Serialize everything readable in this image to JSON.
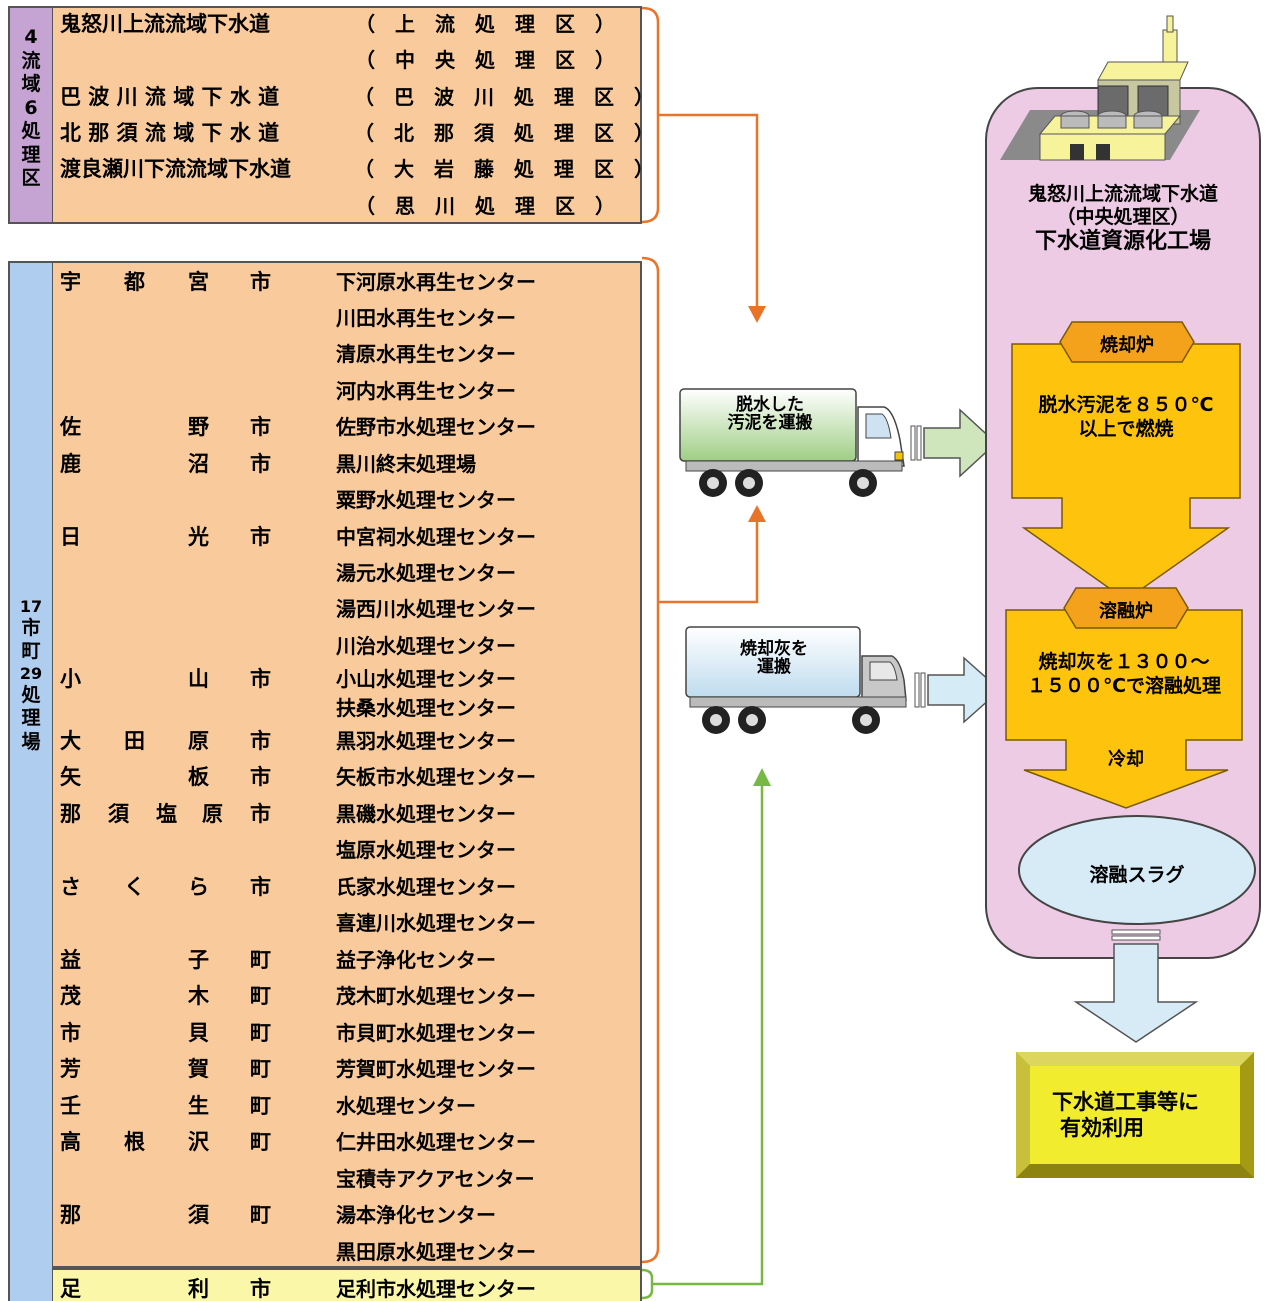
{
  "top_group": {
    "side_label": [
      "4",
      "流",
      "域",
      "6",
      "処",
      "理",
      "区"
    ],
    "rows": [
      {
        "name": "鬼怒川上流流域下水道",
        "plant": "（　上　流　処　理　区　）"
      },
      {
        "name": "",
        "plant": "（　中　央　処　理　区　）"
      },
      {
        "name": "巴 波 川 流 域 下 水 道",
        "plant": "（　巴　波　川　処　理　区　）"
      },
      {
        "name": "北 那 須 流 域 下 水 道",
        "plant": "（　北　那　須　処　理　区　）"
      },
      {
        "name": "渡良瀬川下流流域下水道",
        "plant": "（　大　岩　藤　処　理　区　）"
      },
      {
        "name": "",
        "plant": "（　思　川　処　理　区　）"
      }
    ]
  },
  "bottom_group": {
    "side_label": [
      "17",
      "市",
      "町",
      "29",
      "処",
      "理",
      "場"
    ],
    "rows": [
      {
        "city": [
          "宇",
          "都",
          "宮",
          "市"
        ],
        "plant": "下河原水再生センター"
      },
      {
        "city": [],
        "plant": "川田水再生センター"
      },
      {
        "city": [],
        "plant": "清原水再生センター"
      },
      {
        "city": [],
        "plant": "河内水再生センター"
      },
      {
        "city": [
          "佐",
          "",
          "野",
          "市"
        ],
        "plant": "佐野市水処理センター"
      },
      {
        "city": [
          "鹿",
          "",
          "沼",
          "市"
        ],
        "plant": "黒川終末処理場"
      },
      {
        "city": [],
        "plant": "粟野水処理センター"
      },
      {
        "city": [
          "日",
          "",
          "光",
          "市"
        ],
        "plant": "中宮祠水処理センター"
      },
      {
        "city": [],
        "plant": "湯元水処理センター"
      },
      {
        "city": [],
        "plant": "湯西川水処理センター"
      },
      {
        "city": [],
        "plant": "川治水処理センター"
      },
      {
        "city": [
          "小",
          "",
          "山",
          "市"
        ],
        "plant": "小山水処理センター"
      },
      {
        "city": [],
        "plant": "扶桑水処理センター"
      },
      {
        "city": [
          "大",
          "田",
          "原",
          "市"
        ],
        "plant": "黒羽水処理センター"
      },
      {
        "city": [
          "矢",
          "",
          "板",
          "市"
        ],
        "plant": "矢板市水処理センター"
      },
      {
        "city": [
          "那",
          "須",
          "塩",
          "原",
          "市"
        ],
        "plant": "黒磯水処理センター"
      },
      {
        "city": [],
        "plant": "塩原水処理センター"
      },
      {
        "city": [
          "さ",
          "く",
          "ら",
          "市"
        ],
        "plant": "氏家水処理センター"
      },
      {
        "city": [],
        "plant": "喜連川水処理センター"
      },
      {
        "city": [
          "益",
          "",
          "子",
          "町"
        ],
        "plant": "益子浄化センター"
      },
      {
        "city": [
          "茂",
          "",
          "木",
          "町"
        ],
        "plant": "茂木町水処理センター"
      },
      {
        "city": [
          "市",
          "",
          "貝",
          "町"
        ],
        "plant": "市貝町水処理センター"
      },
      {
        "city": [
          "芳",
          "",
          "賀",
          "町"
        ],
        "plant": "芳賀町水処理センター"
      },
      {
        "city": [
          "壬",
          "",
          "生",
          "町"
        ],
        "plant": "水処理センター"
      },
      {
        "city": [
          "高",
          "根",
          "沢",
          "町"
        ],
        "plant": "仁井田水処理センター"
      },
      {
        "city": [],
        "plant": "宝積寺アクアセンター"
      },
      {
        "city": [
          "那",
          "",
          "須",
          "町"
        ],
        "plant": "湯本浄化センター"
      },
      {
        "city": [],
        "plant": "黒田原水処理センター"
      }
    ],
    "last_row": {
      "city": [
        "足",
        "",
        "利",
        "市"
      ],
      "plant": "足利市水処理センター"
    }
  },
  "trucks": {
    "truck1_label": [
      "脱水した",
      "汚泥を運搬"
    ],
    "truck2_label": [
      "焼却灰を",
      "運搬"
    ]
  },
  "facility": {
    "name_line1": "鬼怒川上流流域下水道",
    "name_line2": "（中央処理区）",
    "name_line3": "下水道資源化工場",
    "incinerator_title": "焼却炉",
    "incinerator_text": [
      "脱水汚泥を８５０℃",
      "以上で燃焼"
    ],
    "melter_title": "溶融炉",
    "melter_text": [
      "焼却灰を１３００～",
      "１５００℃で溶融処理"
    ],
    "cooling_label": "冷却",
    "slag_label": "溶融スラグ"
  },
  "result_text": [
    "下水道工事等に",
    "有効利用"
  ],
  "colors": {
    "orange_panel": "#f9cb9c",
    "purple_side": "#c5a3d2",
    "blue_side": "#afcdee",
    "yellow_row": "#fbf7a9",
    "pink_bg": "#eecbe5",
    "gold": "#fdc30d",
    "orange_line": "#e8742a",
    "green_line": "#76b843",
    "result_yellow": "#f2ec2f"
  }
}
